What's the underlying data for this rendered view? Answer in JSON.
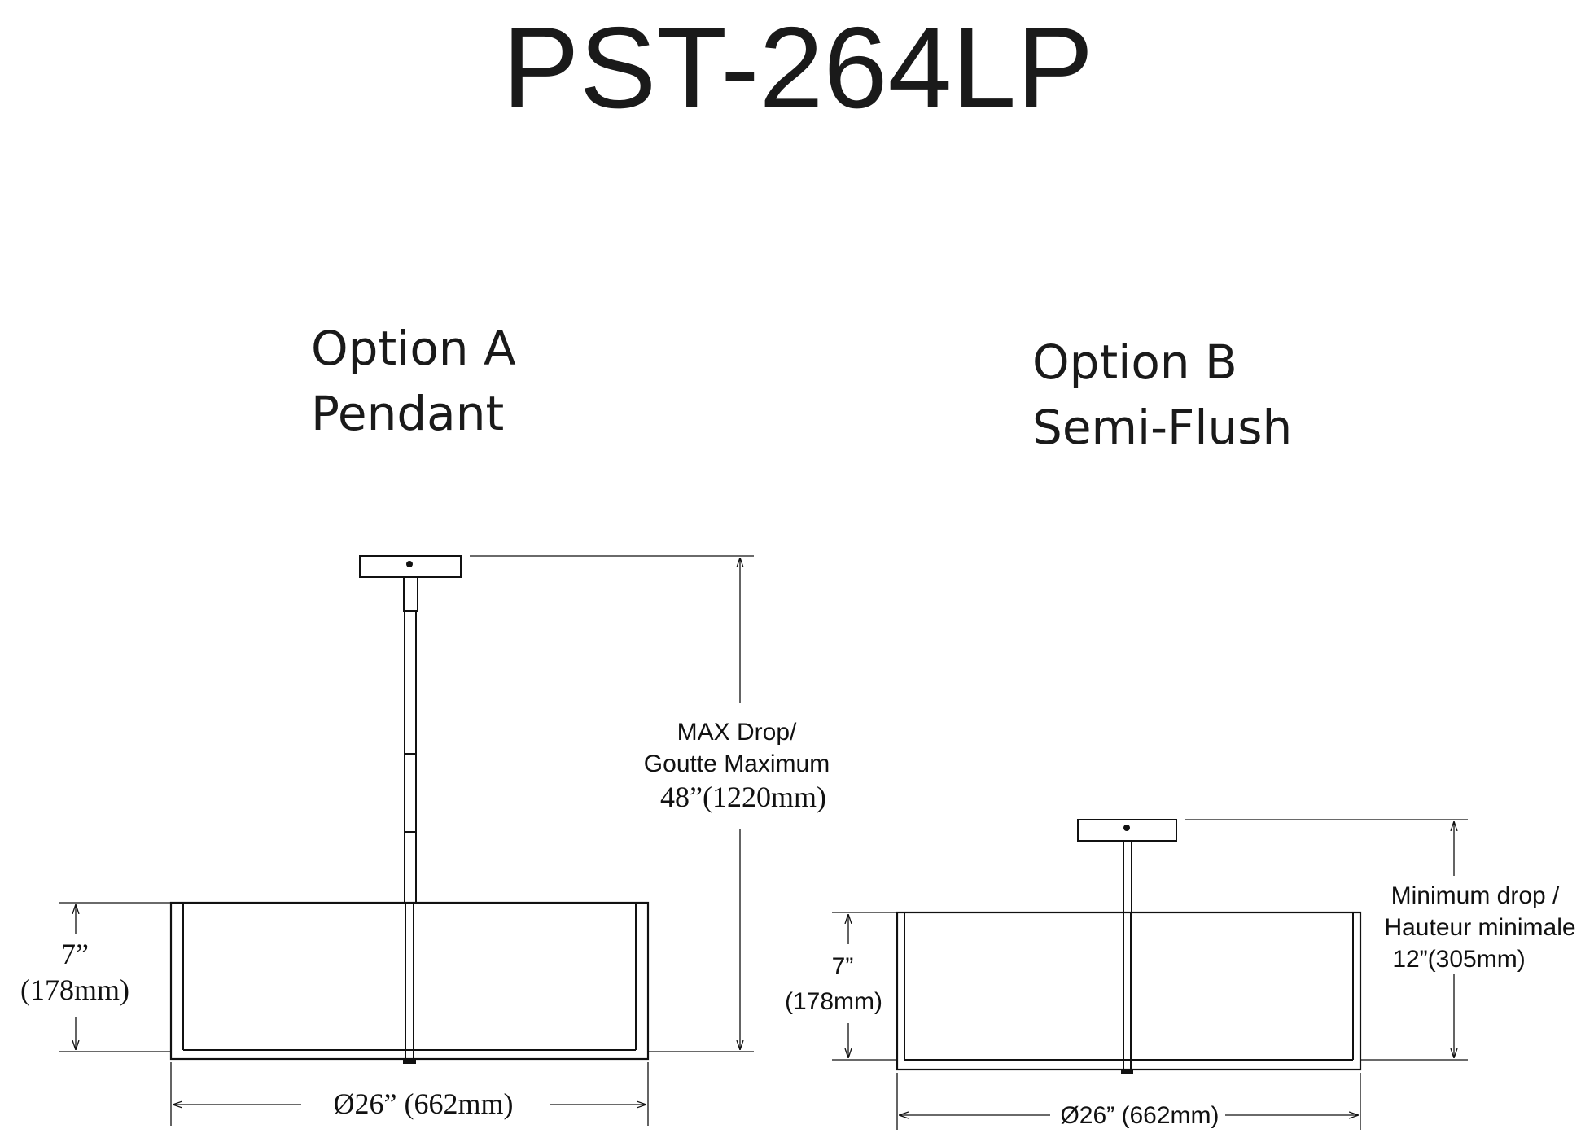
{
  "model": "PST-264LP",
  "option_a": {
    "title": "Option A",
    "subtitle": "Pendant",
    "drop_line1": "MAX Drop/",
    "drop_line2": "Goutte Maximum",
    "drop_value": "48”(1220mm)",
    "height_line1": "7”",
    "height_line2": "(178mm)",
    "diameter": "Ø26” (662mm)"
  },
  "option_b": {
    "title": "Option B",
    "subtitle": "Semi-Flush",
    "drop_line1": "Minimum drop /",
    "drop_line2": "Hauteur minimale",
    "drop_value": "12”(305mm)",
    "height_line1": "7”",
    "height_line2": "(178mm)",
    "diameter": "Ø26” (662mm)"
  }
}
